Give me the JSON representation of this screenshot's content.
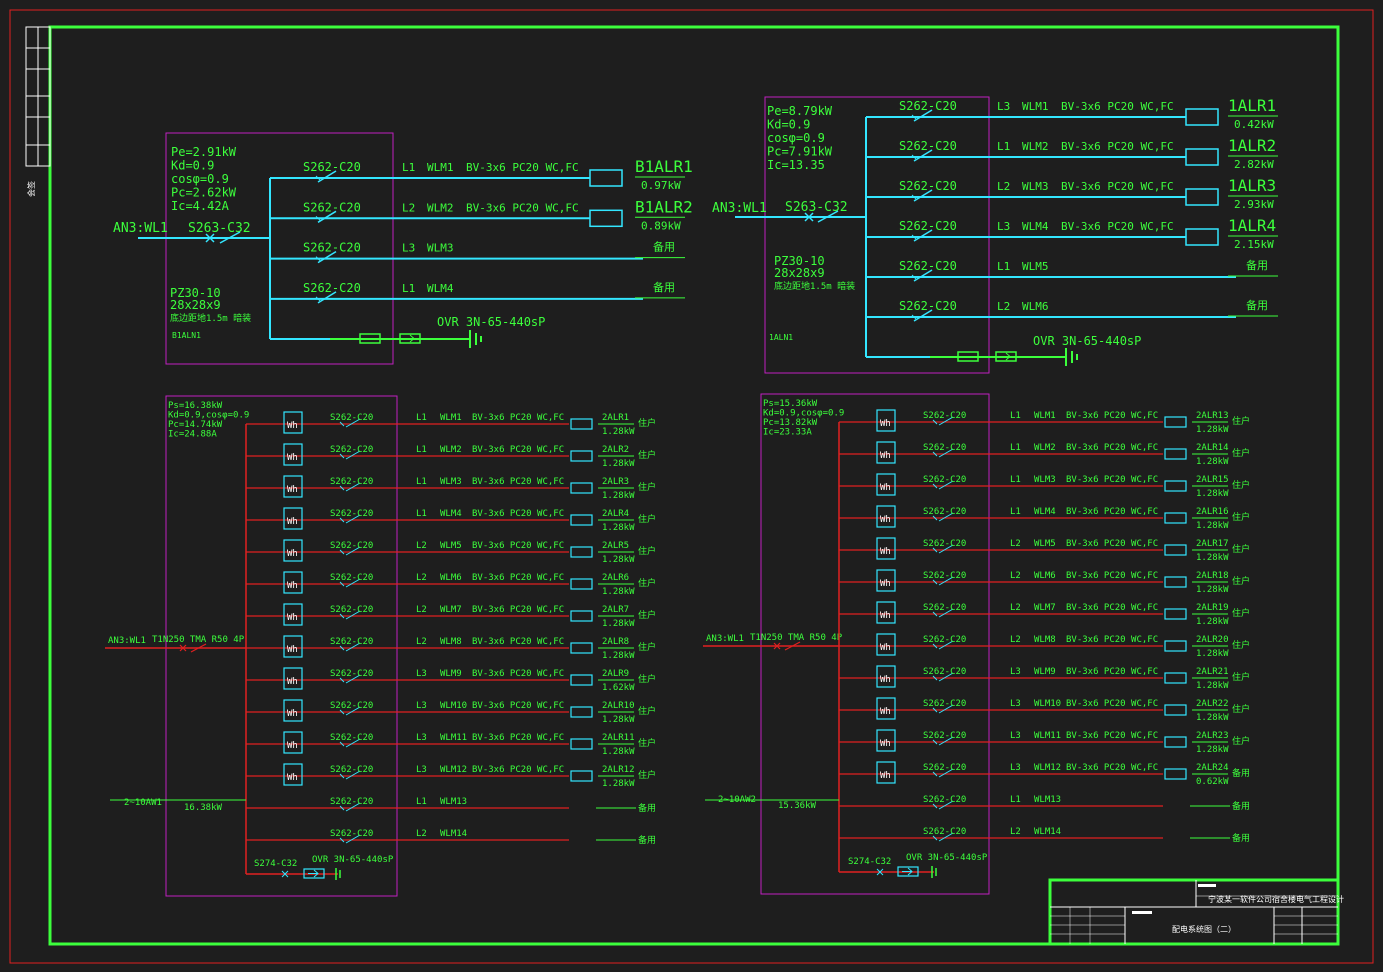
{
  "panel1": {
    "params": [
      "Pe=2.91kW",
      "Kd=0.9",
      "cosφ=0.9",
      "Pc=2.62kW",
      "Ic=4.42A"
    ],
    "incoming": "AN3:WL1",
    "main_breaker": "S263-C32",
    "box": [
      "PZ30-10",
      "28x28x9",
      "底边距地1.5m 暗装"
    ],
    "id": "B1ALN1",
    "spd": "OVR 3N-65-440sP",
    "circuits": [
      {
        "breaker": "S262-C20",
        "phase": "L1",
        "wlm": "WLM1",
        "cable": "BV-3x6 PC20 WC,FC",
        "dest": "B1ALR1",
        "load": "0.97kW"
      },
      {
        "breaker": "S262-C20",
        "phase": "L2",
        "wlm": "WLM2",
        "cable": "BV-3x6 PC20 WC,FC",
        "dest": "B1ALR2",
        "load": "0.89kW"
      },
      {
        "breaker": "S262-C20",
        "phase": "L3",
        "wlm": "WLM3",
        "cable": "",
        "dest": "备用",
        "load": ""
      },
      {
        "breaker": "S262-C20",
        "phase": "L1",
        "wlm": "WLM4",
        "cable": "",
        "dest": "备用",
        "load": ""
      }
    ]
  },
  "panel2": {
    "params": [
      "Pe=8.79kW",
      "Kd=0.9",
      "cosφ=0.9",
      "Pc=7.91kW",
      "Ic=13.35"
    ],
    "incoming": "AN3:WL1",
    "main_breaker": "S263-C32",
    "box": [
      "PZ30-10",
      "28x28x9",
      "底边距地1.5m 暗装"
    ],
    "id": "1ALN1",
    "spd": "OVR 3N-65-440sP",
    "circuits": [
      {
        "breaker": "S262-C20",
        "phase": "L3",
        "wlm": "WLM1",
        "cable": "BV-3x6 PC20 WC,FC",
        "dest": "1ALR1",
        "load": "0.42kW"
      },
      {
        "breaker": "S262-C20",
        "phase": "L1",
        "wlm": "WLM2",
        "cable": "BV-3x6 PC20 WC,FC",
        "dest": "1ALR2",
        "load": "2.82kW"
      },
      {
        "breaker": "S262-C20",
        "phase": "L2",
        "wlm": "WLM3",
        "cable": "BV-3x6 PC20 WC,FC",
        "dest": "1ALR3",
        "load": "2.93kW"
      },
      {
        "breaker": "S262-C20",
        "phase": "L3",
        "wlm": "WLM4",
        "cable": "BV-3x6 PC20 WC,FC",
        "dest": "1ALR4",
        "load": "2.15kW"
      },
      {
        "breaker": "S262-C20",
        "phase": "L1",
        "wlm": "WLM5",
        "cable": "",
        "dest": "备用",
        "load": ""
      },
      {
        "breaker": "S262-C20",
        "phase": "L2",
        "wlm": "WLM6",
        "cable": "",
        "dest": "备用",
        "load": ""
      }
    ]
  },
  "panel3": {
    "params": [
      "Ps=16.38kW",
      "Kd=0.9,cosφ=0.9",
      "Pc=14.74kW",
      "Ic=24.88A"
    ],
    "incoming": "AN3:WL1",
    "main_breaker": "T1N250 TMA R50 4P",
    "feeder": "2~10AW1",
    "feeder_load": "16.38kW",
    "spd_breaker": "S274-C32",
    "spd": "OVR 3N-65-440sP",
    "meter": "Wh",
    "circuits": [
      {
        "breaker": "S262-C20",
        "phase": "L1",
        "wlm": "WLM1",
        "cable": "BV-3x6 PC20 WC,FC",
        "dest": "2ALR1",
        "load": "1.28kW",
        "note": "住户"
      },
      {
        "breaker": "S262-C20",
        "phase": "L1",
        "wlm": "WLM2",
        "cable": "BV-3x6 PC20 WC,FC",
        "dest": "2ALR2",
        "load": "1.28kW",
        "note": "住户"
      },
      {
        "breaker": "S262-C20",
        "phase": "L1",
        "wlm": "WLM3",
        "cable": "BV-3x6 PC20 WC,FC",
        "dest": "2ALR3",
        "load": "1.28kW",
        "note": "住户"
      },
      {
        "breaker": "S262-C20",
        "phase": "L1",
        "wlm": "WLM4",
        "cable": "BV-3x6 PC20 WC,FC",
        "dest": "2ALR4",
        "load": "1.28kW",
        "note": "住户"
      },
      {
        "breaker": "S262-C20",
        "phase": "L2",
        "wlm": "WLM5",
        "cable": "BV-3x6 PC20 WC,FC",
        "dest": "2ALR5",
        "load": "1.28kW",
        "note": "住户"
      },
      {
        "breaker": "S262-C20",
        "phase": "L2",
        "wlm": "WLM6",
        "cable": "BV-3x6 PC20 WC,FC",
        "dest": "2ALR6",
        "load": "1.28kW",
        "note": "住户"
      },
      {
        "breaker": "S262-C20",
        "phase": "L2",
        "wlm": "WLM7",
        "cable": "BV-3x6 PC20 WC,FC",
        "dest": "2ALR7",
        "load": "1.28kW",
        "note": "住户"
      },
      {
        "breaker": "S262-C20",
        "phase": "L2",
        "wlm": "WLM8",
        "cable": "BV-3x6 PC20 WC,FC",
        "dest": "2ALR8",
        "load": "1.28kW",
        "note": "住户"
      },
      {
        "breaker": "S262-C20",
        "phase": "L3",
        "wlm": "WLM9",
        "cable": "BV-3x6 PC20 WC,FC",
        "dest": "2ALR9",
        "load": "1.62kW",
        "note": "住户"
      },
      {
        "breaker": "S262-C20",
        "phase": "L3",
        "wlm": "WLM10",
        "cable": "BV-3x6 PC20 WC,FC",
        "dest": "2ALR10",
        "load": "1.28kW",
        "note": "住户"
      },
      {
        "breaker": "S262-C20",
        "phase": "L3",
        "wlm": "WLM11",
        "cable": "BV-3x6 PC20 WC,FC",
        "dest": "2ALR11",
        "load": "1.28kW",
        "note": "住户"
      },
      {
        "breaker": "S262-C20",
        "phase": "L3",
        "wlm": "WLM12",
        "cable": "BV-3x6 PC20 WC,FC",
        "dest": "2ALR12",
        "load": "1.28kW",
        "note": "住户"
      },
      {
        "breaker": "S262-C20",
        "phase": "L1",
        "wlm": "WLM13",
        "cable": "",
        "dest": "",
        "load": "",
        "note": "备用"
      },
      {
        "breaker": "S262-C20",
        "phase": "L2",
        "wlm": "WLM14",
        "cable": "",
        "dest": "",
        "load": "",
        "note": "备用"
      }
    ]
  },
  "panel4": {
    "params": [
      "Ps=15.36kW",
      "Kd=0.9,cosφ=0.9",
      "Pc=13.82kW",
      "Ic=23.33A"
    ],
    "incoming": "AN3:WL1",
    "main_breaker": "T1N250 TMA R50 4P",
    "feeder": "2~10AW2",
    "feeder_load": "15.36kW",
    "spd_breaker": "S274-C32",
    "spd": "OVR 3N-65-440sP",
    "meter": "Wh",
    "circuits": [
      {
        "breaker": "S262-C20",
        "phase": "L1",
        "wlm": "WLM1",
        "cable": "BV-3x6 PC20 WC,FC",
        "dest": "2ALR13",
        "load": "1.28kW",
        "note": "住户"
      },
      {
        "breaker": "S262-C20",
        "phase": "L1",
        "wlm": "WLM2",
        "cable": "BV-3x6 PC20 WC,FC",
        "dest": "2ALR14",
        "load": "1.28kW",
        "note": "住户"
      },
      {
        "breaker": "S262-C20",
        "phase": "L1",
        "wlm": "WLM3",
        "cable": "BV-3x6 PC20 WC,FC",
        "dest": "2ALR15",
        "load": "1.28kW",
        "note": "住户"
      },
      {
        "breaker": "S262-C20",
        "phase": "L1",
        "wlm": "WLM4",
        "cable": "BV-3x6 PC20 WC,FC",
        "dest": "2ALR16",
        "load": "1.28kW",
        "note": "住户"
      },
      {
        "breaker": "S262-C20",
        "phase": "L2",
        "wlm": "WLM5",
        "cable": "BV-3x6 PC20 WC,FC",
        "dest": "2ALR17",
        "load": "1.28kW",
        "note": "住户"
      },
      {
        "breaker": "S262-C20",
        "phase": "L2",
        "wlm": "WLM6",
        "cable": "BV-3x6 PC20 WC,FC",
        "dest": "2ALR18",
        "load": "1.28kW",
        "note": "住户"
      },
      {
        "breaker": "S262-C20",
        "phase": "L2",
        "wlm": "WLM7",
        "cable": "BV-3x6 PC20 WC,FC",
        "dest": "2ALR19",
        "load": "1.28kW",
        "note": "住户"
      },
      {
        "breaker": "S262-C20",
        "phase": "L2",
        "wlm": "WLM8",
        "cable": "BV-3x6 PC20 WC,FC",
        "dest": "2ALR20",
        "load": "1.28kW",
        "note": "住户"
      },
      {
        "breaker": "S262-C20",
        "phase": "L3",
        "wlm": "WLM9",
        "cable": "BV-3x6 PC20 WC,FC",
        "dest": "2ALR21",
        "load": "1.28kW",
        "note": "住户"
      },
      {
        "breaker": "S262-C20",
        "phase": "L3",
        "wlm": "WLM10",
        "cable": "BV-3x6 PC20 WC,FC",
        "dest": "2ALR22",
        "load": "1.28kW",
        "note": "住户"
      },
      {
        "breaker": "S262-C20",
        "phase": "L3",
        "wlm": "WLM11",
        "cable": "BV-3x6 PC20 WC,FC",
        "dest": "2ALR23",
        "load": "1.28kW",
        "note": "住户"
      },
      {
        "breaker": "S262-C20",
        "phase": "L3",
        "wlm": "WLM12",
        "cable": "BV-3x6 PC20 WC,FC",
        "dest": "2ALR24",
        "load": "0.62kW",
        "note": "备用"
      },
      {
        "breaker": "S262-C20",
        "phase": "L1",
        "wlm": "WLM13",
        "cable": "",
        "dest": "",
        "load": "",
        "note": "备用"
      },
      {
        "breaker": "S262-C20",
        "phase": "L2",
        "wlm": "WLM14",
        "cable": "",
        "dest": "",
        "load": "",
        "note": "备用"
      }
    ]
  },
  "title_block": {
    "project": "宁波某一软件公司宿舍楼电气工程设计",
    "drawing_name": "配电系统图（二）",
    "side_label": "会签"
  },
  "colors": {
    "frame": "#3cff3c",
    "bus": "#33e6ff",
    "feeder": "#e02020",
    "box": "#c020c0",
    "text": "#3cff3c"
  }
}
